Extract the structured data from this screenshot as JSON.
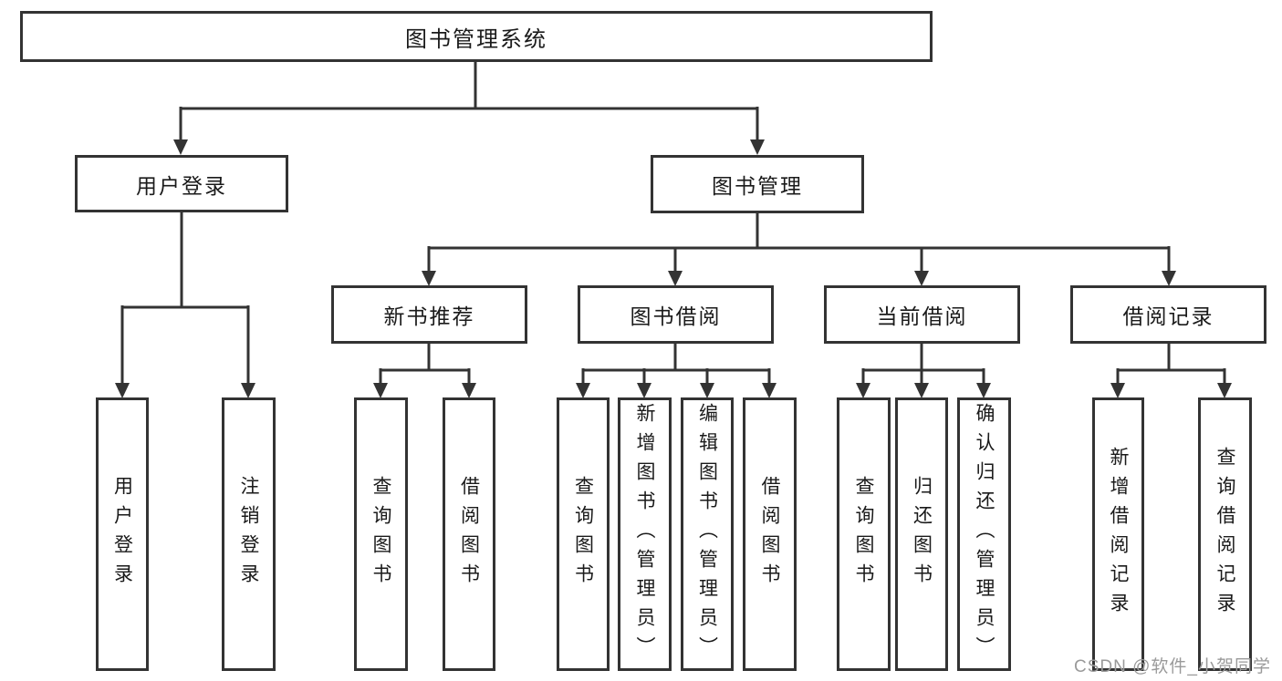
{
  "nodes": {
    "root": {
      "label": "图书管理系统"
    },
    "level2": [
      {
        "label": "用户登录"
      },
      {
        "label": "图书管理"
      }
    ],
    "level3": [
      {
        "label": "新书推荐"
      },
      {
        "label": "图书借阅"
      },
      {
        "label": "当前借阅"
      },
      {
        "label": "借阅记录"
      }
    ],
    "leaves": [
      {
        "label": "用户登录"
      },
      {
        "label": "注销登录"
      },
      {
        "label": "查询图书"
      },
      {
        "label": "借阅图书"
      },
      {
        "label": "查询图书"
      },
      {
        "label": "新增图书（管理员）"
      },
      {
        "label": "编辑图书（管理员）"
      },
      {
        "label": "借阅图书"
      },
      {
        "label": "查询图书"
      },
      {
        "label": "归还图书"
      },
      {
        "label": "确认归还（管理员）"
      },
      {
        "label": "新增借阅记录"
      },
      {
        "label": "查询借阅记录"
      }
    ]
  },
  "watermark": "CSDN @软件_小贺同学",
  "colors": {
    "line": "#333333",
    "text": "#1a1a1a",
    "background": "#ffffff",
    "watermark": "#9a9a9a"
  }
}
